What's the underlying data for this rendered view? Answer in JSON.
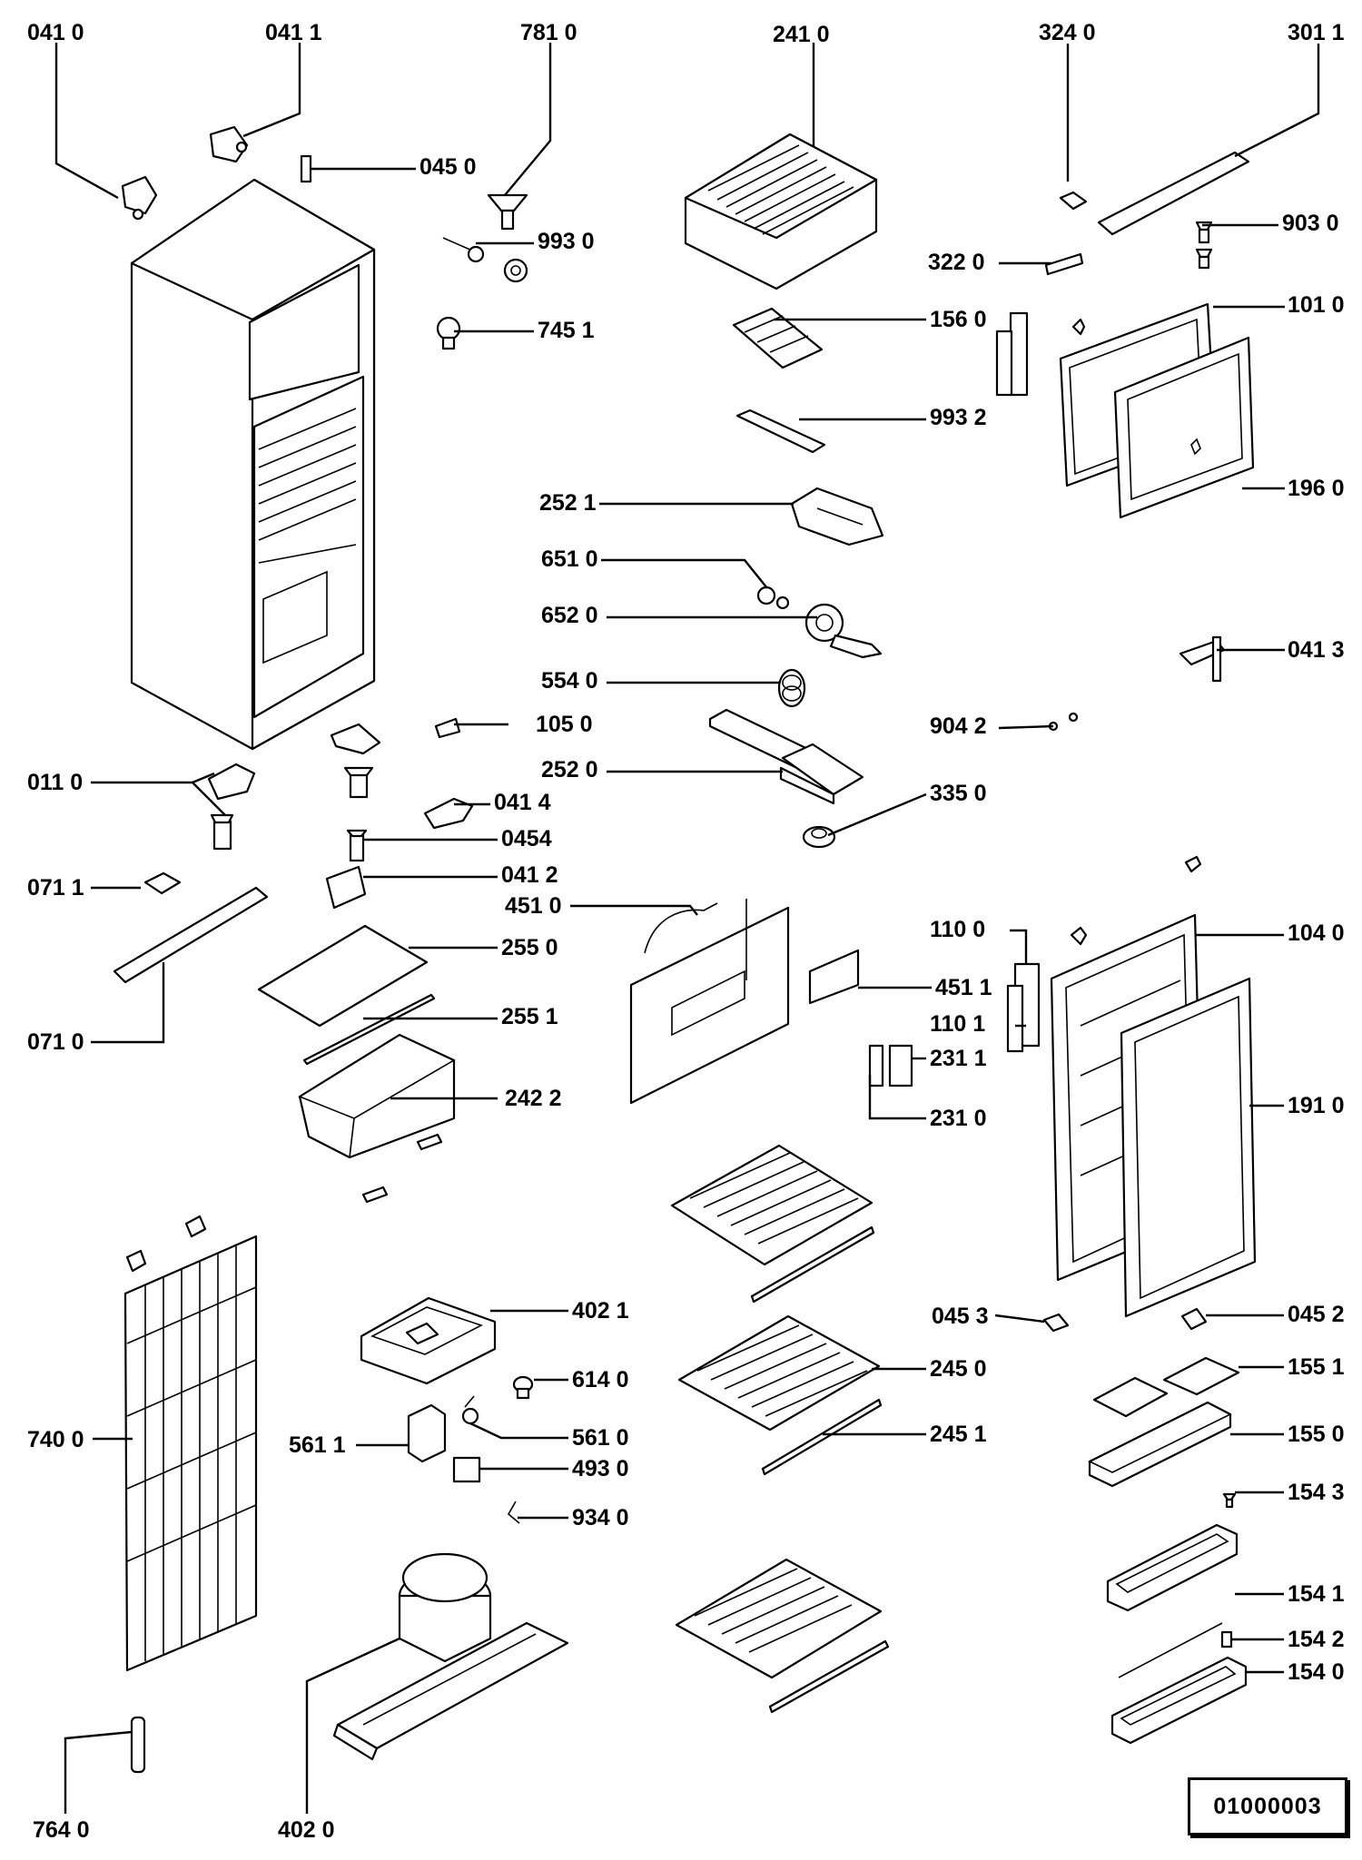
{
  "diagram_code": "01000003",
  "labels": {
    "p0410": "041 0",
    "p0411": "041 1",
    "p7810": "781 0",
    "p2410": "241 0",
    "p3240": "324 0",
    "p3011": "301 1",
    "p0450": "045 0",
    "p9930": "993 0",
    "p9030": "903 0",
    "p3220": "322 0",
    "p7451": "745 1",
    "p1560": "156 0",
    "p1010": "101 0",
    "p9932": "993 2",
    "p2521": "252 1",
    "p1960": "196 0",
    "p6510": "651 0",
    "p6520": "652 0",
    "p0413": "041 3",
    "p5540": "554 0",
    "p1050": "105 0",
    "p9042": "904 2",
    "p0110": "011 0",
    "p2520": "252 0",
    "p0414": "041 4",
    "p3350": "335 0",
    "p0454": "0454",
    "p0711": "071 1",
    "p0412": "041 2",
    "p4510": "451 0",
    "p1100": "110 0",
    "p1040": "104 0",
    "p2550": "255 0",
    "p4511": "451 1",
    "p2551": "255 1",
    "p1101": "110 1",
    "p0710": "071 0",
    "p2311": "231 1",
    "p2422": "242 2",
    "p2310": "231 0",
    "p1910": "191 0",
    "p4021": "402 1",
    "p0453": "045 3",
    "p0452": "045 2",
    "p6140": "614 0",
    "p2450": "245 0",
    "p1551": "155 1",
    "p7400": "740 0",
    "p5611": "561 1",
    "p5610": "561 0",
    "p2451": "245 1",
    "p1550": "155 0",
    "p4930": "493 0",
    "p1543": "154 3",
    "p9340": "934 0",
    "p1541": "154 1",
    "p1542": "154 2",
    "p1540": "154 0",
    "p7640": "764 0",
    "p4020": "402 0"
  }
}
